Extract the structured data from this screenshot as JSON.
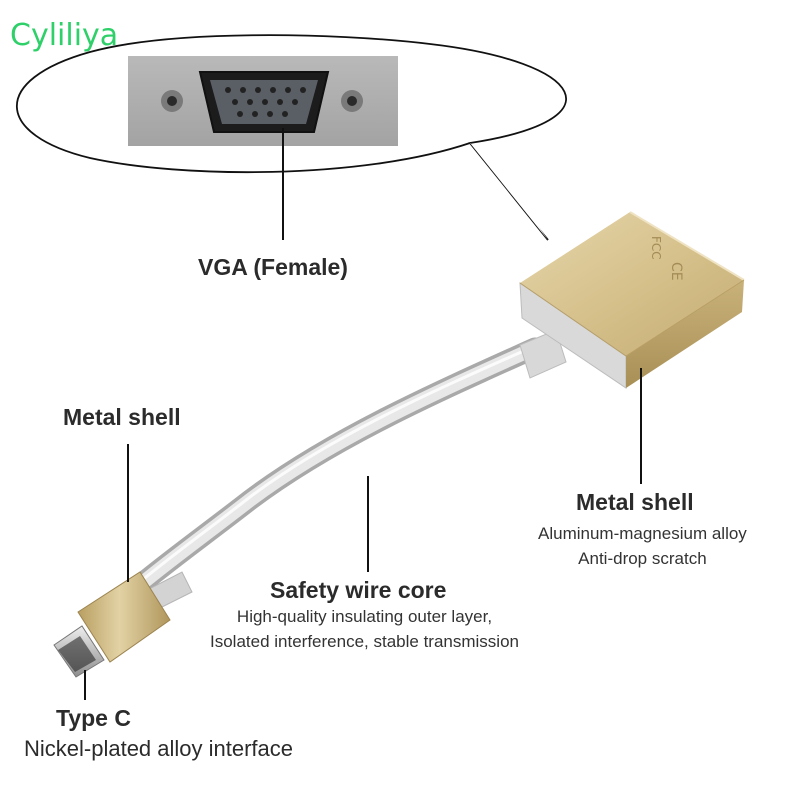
{
  "brand": {
    "name": "Cyliliya",
    "color": "#2fd06a"
  },
  "product": {
    "connector_markings": [
      "CE",
      "FCC"
    ],
    "body_color": "#cbb47e",
    "cable_color": "#e0e0e0"
  },
  "callouts": {
    "vga": {
      "title": "VGA (Female)"
    },
    "metal_shell_plug": {
      "title": "Metal shell"
    },
    "metal_shell_box": {
      "title": "Metal shell",
      "lines": [
        "Aluminum-magnesium alloy",
        "Anti-drop scratch"
      ]
    },
    "safety_wire": {
      "title": "Safety wire core",
      "lines": [
        "High-quality insulating outer layer,",
        "Isolated interference, stable transmission"
      ]
    },
    "type_c": {
      "title": "Type C",
      "desc": "Nickel-plated alloy interface"
    }
  }
}
